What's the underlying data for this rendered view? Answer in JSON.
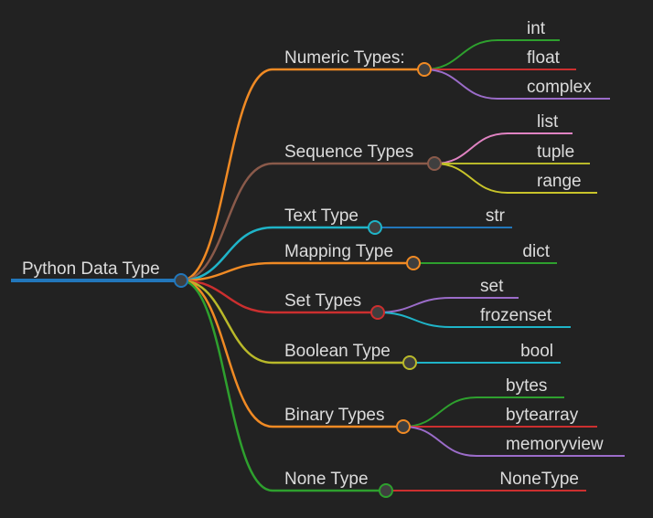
{
  "root": {
    "label": "Python Data Type",
    "color": "#2277bb"
  },
  "branches": [
    {
      "label": "Numeric Types:",
      "color": "#f08a24",
      "children": [
        {
          "label": "int",
          "color": "#2ea02e"
        },
        {
          "label": "float",
          "color": "#cc2f2f"
        },
        {
          "label": "complex",
          "color": "#9b6cc9"
        }
      ]
    },
    {
      "label": "Sequence Types",
      "color": "#8a5a4a",
      "children": [
        {
          "label": "list",
          "color": "#e083c2"
        },
        {
          "label": "tuple",
          "color": "#b9b92a"
        },
        {
          "label": "range",
          "color": "#c8c42a"
        }
      ]
    },
    {
      "label": "Text Type",
      "color": "#1fb4c8",
      "children": [
        {
          "label": "str",
          "color": "#2277bb"
        }
      ]
    },
    {
      "label": "Mapping Type",
      "color": "#f08a24",
      "children": [
        {
          "label": "dict",
          "color": "#2ea02e"
        }
      ]
    },
    {
      "label": "Set Types",
      "color": "#cc2f2f",
      "children": [
        {
          "label": "set",
          "color": "#9b6cc9"
        },
        {
          "label": "frozenset",
          "color": "#1fb4c8"
        }
      ]
    },
    {
      "label": "Boolean Type",
      "color": "#b9b92a",
      "children": [
        {
          "label": "bool",
          "color": "#1fb4c8"
        }
      ]
    },
    {
      "label": "Binary Types",
      "color": "#f08a24",
      "children": [
        {
          "label": "bytes",
          "color": "#2ea02e"
        },
        {
          "label": "bytearray",
          "color": "#cc2f2f"
        },
        {
          "label": "memoryview",
          "color": "#9b6cc9"
        }
      ]
    },
    {
      "label": "None Type",
      "color": "#2ea02e",
      "children": [
        {
          "label": "NoneType",
          "color": "#cc2f2f"
        }
      ]
    }
  ]
}
